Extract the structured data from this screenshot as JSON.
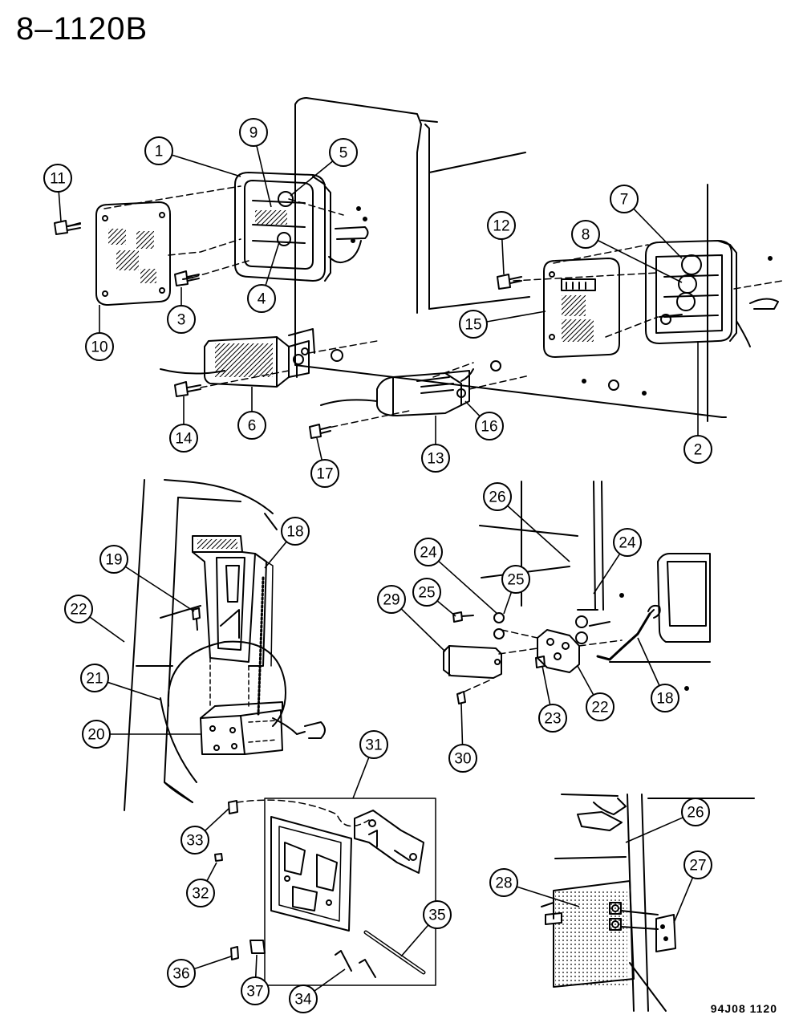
{
  "header": {
    "title": "8–1120B"
  },
  "footer": {
    "code": "94J08  1120"
  },
  "callouts": [
    {
      "id": "c1",
      "label": "1"
    },
    {
      "id": "c2",
      "label": "2"
    },
    {
      "id": "c3",
      "label": "3"
    },
    {
      "id": "c4",
      "label": "4"
    },
    {
      "id": "c5",
      "label": "5"
    },
    {
      "id": "c6",
      "label": "6"
    },
    {
      "id": "c7",
      "label": "7"
    },
    {
      "id": "c8",
      "label": "8"
    },
    {
      "id": "c9",
      "label": "9"
    },
    {
      "id": "c10",
      "label": "10"
    },
    {
      "id": "c11",
      "label": "11"
    },
    {
      "id": "c12",
      "label": "12"
    },
    {
      "id": "c13",
      "label": "13"
    },
    {
      "id": "c14",
      "label": "14"
    },
    {
      "id": "c15",
      "label": "15"
    },
    {
      "id": "c16",
      "label": "16"
    },
    {
      "id": "c17",
      "label": "17"
    },
    {
      "id": "c18a",
      "label": "18"
    },
    {
      "id": "c18b",
      "label": "18"
    },
    {
      "id": "c19",
      "label": "19"
    },
    {
      "id": "c20",
      "label": "20"
    },
    {
      "id": "c21",
      "label": "21"
    },
    {
      "id": "c22a",
      "label": "22"
    },
    {
      "id": "c22b",
      "label": "22"
    },
    {
      "id": "c23",
      "label": "23"
    },
    {
      "id": "c24a",
      "label": "24"
    },
    {
      "id": "c24b",
      "label": "24"
    },
    {
      "id": "c25a",
      "label": "25"
    },
    {
      "id": "c25b",
      "label": "25"
    },
    {
      "id": "c26a",
      "label": "26"
    },
    {
      "id": "c26b",
      "label": "26"
    },
    {
      "id": "c27",
      "label": "27"
    },
    {
      "id": "c28",
      "label": "28"
    },
    {
      "id": "c29",
      "label": "29"
    },
    {
      "id": "c30",
      "label": "30"
    },
    {
      "id": "c31",
      "label": "31"
    },
    {
      "id": "c32",
      "label": "32"
    },
    {
      "id": "c33",
      "label": "33"
    },
    {
      "id": "c34",
      "label": "34"
    },
    {
      "id": "c35",
      "label": "35"
    },
    {
      "id": "c36",
      "label": "36"
    },
    {
      "id": "c37",
      "label": "37"
    }
  ]
}
